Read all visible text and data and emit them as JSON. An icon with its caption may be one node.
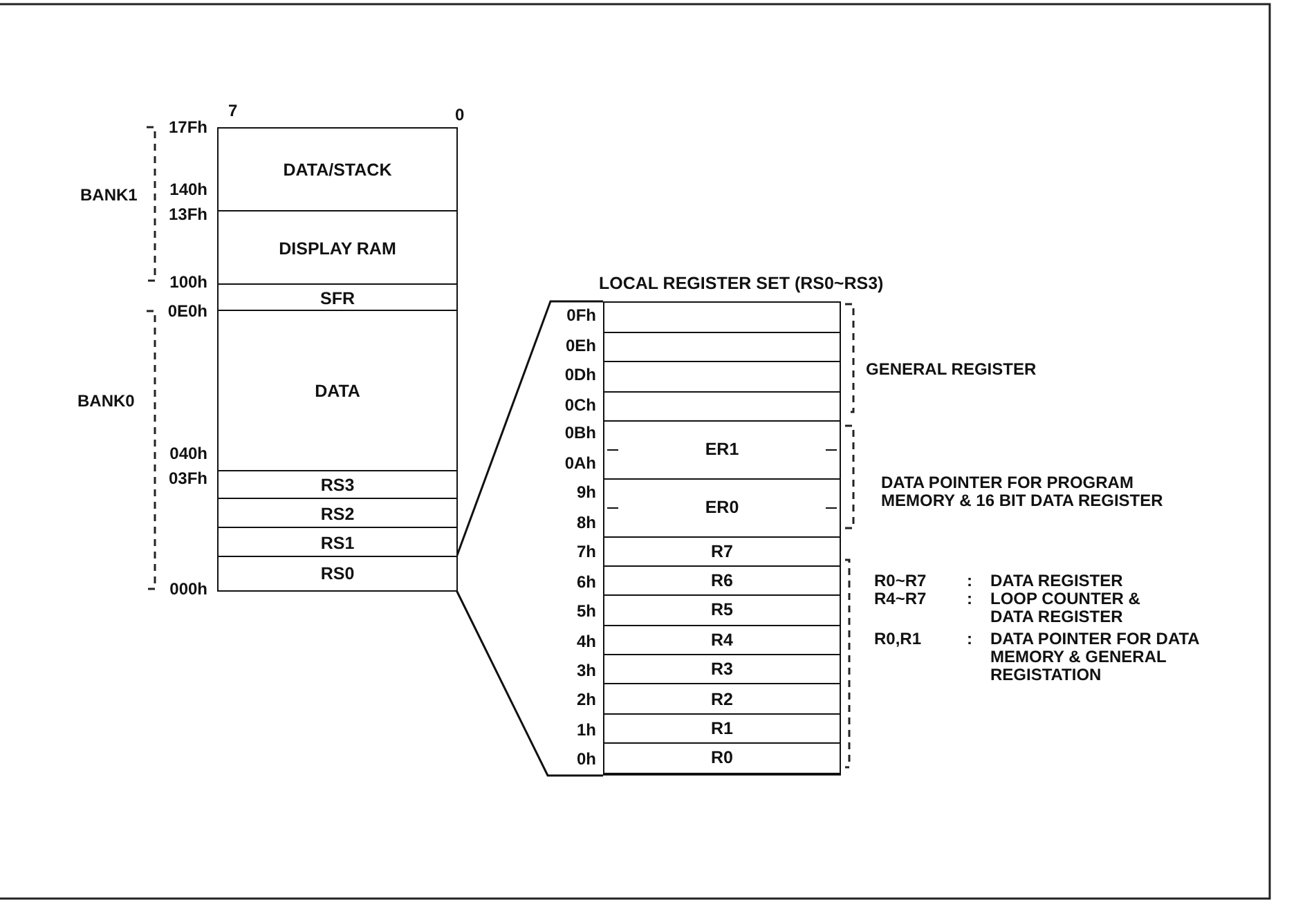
{
  "diagram": {
    "nodes": [
      {
        "text": [
          "DATA/STACK"
        ]
      },
      {
        "text": [
          "DISPLAY RAM"
        ]
      },
      {
        "text": [
          "SFR"
        ]
      },
      {
        "text": [
          "DATA"
        ]
      },
      {
        "text": [
          "RS3"
        ]
      },
      {
        "text": [
          "RS2"
        ]
      },
      {
        "text": [
          "RS1"
        ]
      },
      {
        "text": [
          "RS0"
        ]
      },
      {
        "text": [
          "LOCAL REGISTER SET (RS0~RS3)"
        ]
      },
      {
        "text": [],
        "shape": "box",
        "in": 8
      },
      {
        "text": [],
        "shape": "box",
        "in": 8
      },
      {
        "text": [],
        "shape": "box",
        "in": 8
      },
      {
        "text": [],
        "shape": "box",
        "in": 8
      },
      {
        "text": [
          "ER1"
        ],
        "in": 8
      },
      {
        "text": [
          "ER0"
        ],
        "in": 8
      },
      {
        "text": [
          "R7"
        ],
        "in": 8
      },
      {
        "text": [
          "R6"
        ],
        "in": 8
      },
      {
        "text": [
          "R5"
        ],
        "in": 8
      },
      {
        "text": [
          "R4"
        ],
        "in": 8
      },
      {
        "text": [
          "R3"
        ],
        "in": 8
      },
      {
        "text": [
          "R2"
        ],
        "in": 8
      },
      {
        "text": [
          "R1"
        ],
        "in": 8
      },
      {
        "text": [
          "R0"
        ],
        "in": 8
      }
    ],
    "edges": [
      {
        "from": 7,
        "to": 8,
        "arrow": "none"
      },
      {
        "from": 7,
        "to": 8,
        "arrow": "none"
      }
    ],
    "labels": [
      "7",
      "0",
      "17Fh",
      "BANK1",
      "140h",
      "13Fh",
      "100h",
      "0E0h",
      "BANK0",
      "040h",
      "03Fh",
      "000h",
      "0Fh",
      "0Eh",
      "0Dh",
      "0Ch",
      "0Bh",
      "0Ah",
      "9h",
      "8h",
      "7h",
      "6h",
      "5h",
      "4h",
      "3h",
      "2h",
      "1h",
      "0h",
      "GENERAL REGISTER",
      "DATA POINTER FOR PROGRAM MEMORY & 16 BIT DATA REGISTER",
      "R0~R7",
      ":",
      "DATA REGISTER",
      "R4~R7",
      ":",
      "LOOP COUNTER & DATA REGISTER",
      "R0,R1",
      ":",
      "DATA POINTER FOR DATA MEMORY & GENERAL REGISTATION"
    ]
  }
}
